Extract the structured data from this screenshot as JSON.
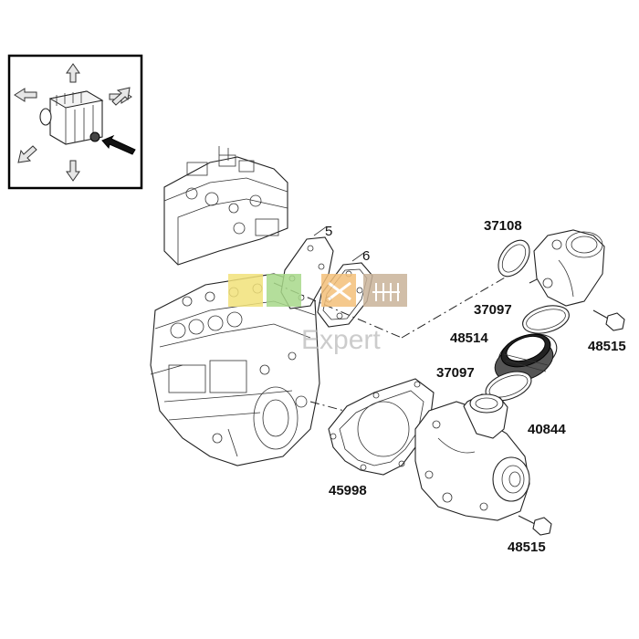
{
  "labels": {
    "five": "5",
    "six": "6",
    "p37108": "37108",
    "p37097_upper": "37097",
    "p48514": "48514",
    "p37097_lower": "37097",
    "p40844": "40844",
    "p48515_upper": "48515",
    "p45998": "45998",
    "p48515_lower": "48515"
  },
  "watermark": {
    "text": "Expert",
    "tile_colors": [
      "#f2e27a",
      "#a8d98a",
      "#f4c07a",
      "#c9b39a"
    ]
  },
  "inset": {
    "arrow_icons": [
      "arrow-up",
      "arrow-down",
      "arrow-left",
      "arrow-right",
      "arrow-down-left",
      "arrow-up-left",
      "arrow-down-right",
      "arrow-up-right"
    ],
    "highlight_arrow": "black-pointer-arrow"
  }
}
